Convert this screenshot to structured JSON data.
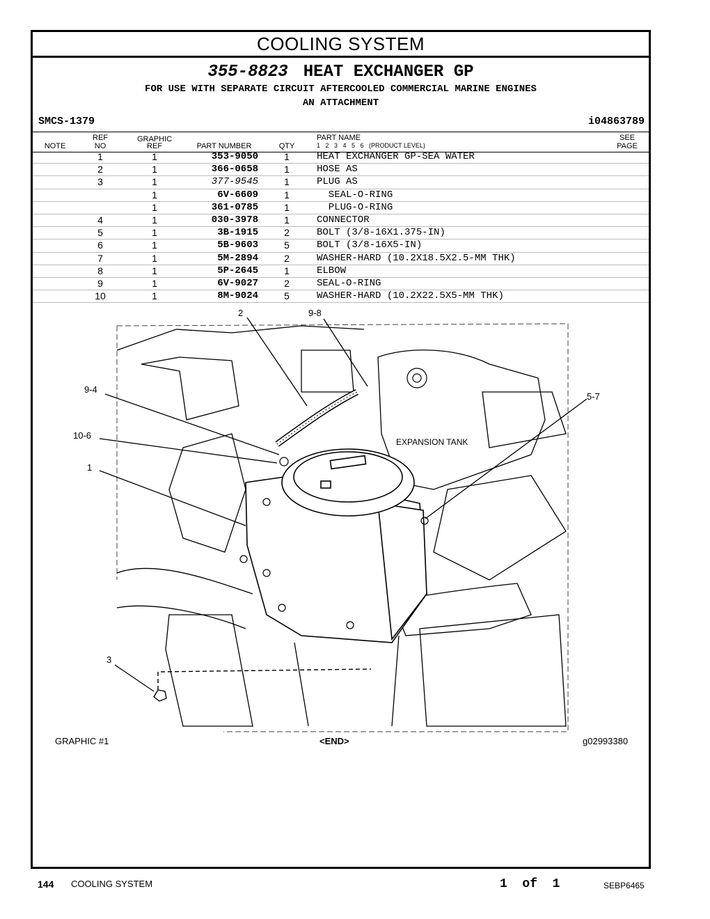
{
  "section_title": "COOLING SYSTEM",
  "group": {
    "part_number": "355-8823",
    "name": "HEAT EXCHANGER GP"
  },
  "subtitle1": "FOR USE WITH SEPARATE CIRCUIT AFTERCOOLED COMMERCIAL MARINE ENGINES",
  "subtitle2": "AN ATTACHMENT",
  "smcs": "SMCS-1379",
  "ident": "i04863789",
  "columns": {
    "note": "NOTE",
    "ref1": "REF",
    "ref2": "NO",
    "graphic1": "GRAPHIC",
    "graphic2": "REF",
    "part_number": "PART NUMBER",
    "qty": "QTY",
    "part_name": "PART NAME",
    "levels": "1   2   3   4   5   6   (PRODUCT LEVEL)",
    "see1": "SEE",
    "see2": "PAGE"
  },
  "parts": [
    {
      "ref": "1",
      "graphic": "1",
      "pn": "353-9050",
      "qty": "1",
      "name": "HEAT EXCHANGER GP-SEA WATER"
    },
    {
      "ref": "2",
      "graphic": "1",
      "pn": "366-0658",
      "qty": "1",
      "name": "HOSE AS"
    },
    {
      "ref": "3",
      "graphic": "1",
      "pn": "377-9545",
      "qty": "1",
      "name": "PLUG AS"
    },
    {
      "ref": "",
      "graphic": "1",
      "pn": "6V-6609",
      "qty": "1",
      "name": "  SEAL-O-RING"
    },
    {
      "ref": "",
      "graphic": "1",
      "pn": "361-0785",
      "qty": "1",
      "name": "  PLUG-O-RING"
    },
    {
      "ref": "4",
      "graphic": "1",
      "pn": "030-3978",
      "qty": "1",
      "name": "CONNECTOR"
    },
    {
      "ref": "5",
      "graphic": "1",
      "pn": "3B-1915",
      "qty": "2",
      "name": "BOLT (3/8-16X1.375-IN)"
    },
    {
      "ref": "6",
      "graphic": "1",
      "pn": "5B-9603",
      "qty": "5",
      "name": "BOLT (3/8-16X5-IN)"
    },
    {
      "ref": "7",
      "graphic": "1",
      "pn": "5M-2894",
      "qty": "2",
      "name": "WASHER-HARD (10.2X18.5X2.5-MM THK)"
    },
    {
      "ref": "8",
      "graphic": "1",
      "pn": "5P-2645",
      "qty": "1",
      "name": "ELBOW"
    },
    {
      "ref": "9",
      "graphic": "1",
      "pn": "6V-9027",
      "qty": "2",
      "name": "SEAL-O-RING"
    },
    {
      "ref": "10",
      "graphic": "1",
      "pn": "8M-9024",
      "qty": "5",
      "name": "WASHER-HARD (10.2X22.5X5-MM THK)"
    }
  ],
  "callouts": {
    "c2": "2",
    "c98": "9-8",
    "c94": "9-4",
    "c57": "5-7",
    "c106": "10-6",
    "c1": "1",
    "c3": "3",
    "tank": "EXPANSION TANK"
  },
  "graphic_label": "GRAPHIC #1",
  "end_label": "<END>",
  "graphic_id": "g02993380",
  "footer": {
    "page": "144",
    "section": "COOLING SYSTEM",
    "of": "1  of  1",
    "doc": "SEBP6465"
  }
}
